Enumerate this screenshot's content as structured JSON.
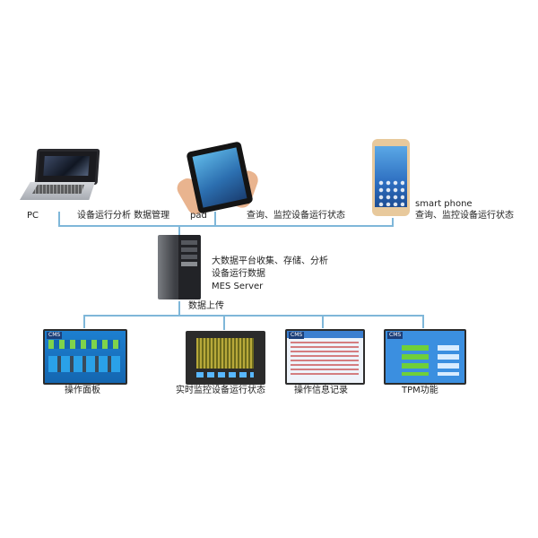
{
  "devices": {
    "pc": {
      "label": "PC",
      "function": "设备运行分析 数据管理"
    },
    "pad": {
      "label": "pad",
      "function": "查询、监控设备运行状态"
    },
    "phone": {
      "label": "smart phone",
      "function": "查询、监控设备运行状态"
    }
  },
  "server": {
    "line1": "大数据平台收集、存储、分析",
    "line2": "设备运行数据",
    "line3": "MES Server",
    "upload": "数据上传"
  },
  "screens": {
    "operation": "操作面板",
    "monitor": "实时监控设备运行状态",
    "log": "操作信息记录",
    "tpm": "TPM功能",
    "badge": "CMS"
  },
  "colors": {
    "wire": "#7fb7d9"
  }
}
